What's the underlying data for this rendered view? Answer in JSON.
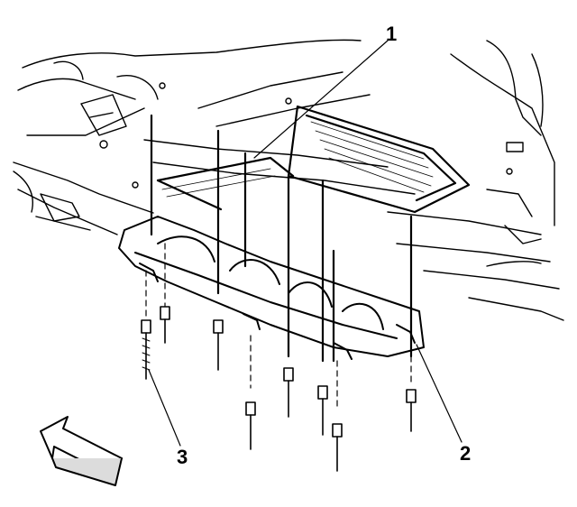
{
  "callouts": [
    {
      "id": "1",
      "label": "1"
    },
    {
      "id": "2",
      "label": "2"
    },
    {
      "id": "3",
      "label": "3"
    }
  ],
  "colors": {
    "ink": "#000000",
    "paper": "#ffffff",
    "shade": "#dcdcdc"
  },
  "icons": {
    "arrow": "front-direction-arrow-icon"
  }
}
